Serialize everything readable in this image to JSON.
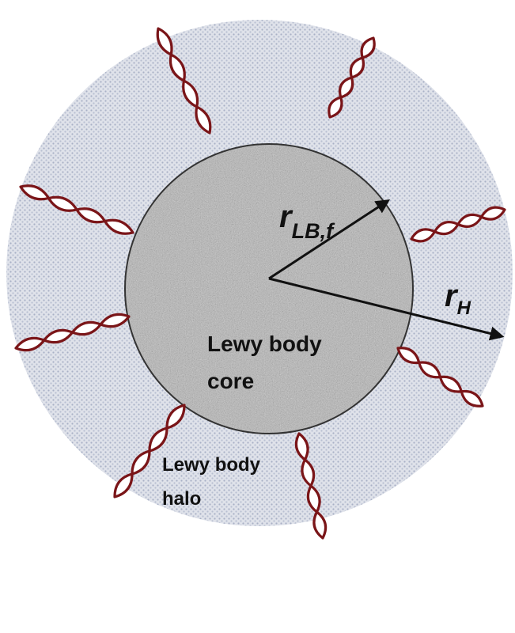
{
  "diagram": {
    "core_label": [
      "Lewy body",
      "core"
    ],
    "halo_label": [
      "Lewy body",
      "halo"
    ],
    "radius_core": {
      "main": "r",
      "subscript": "LB,f"
    },
    "radius_halo": {
      "main": "r",
      "subscript": "H"
    }
  },
  "colors": {
    "halo_fill": "#dfe2ea",
    "halo_dot": "#a9b1c6",
    "core_fill": "#b4b4b4",
    "core_stroke": "#333333",
    "fibril_fill": "#ffffff",
    "fibril_stroke": "#7a1518",
    "arrow": "#111111"
  }
}
